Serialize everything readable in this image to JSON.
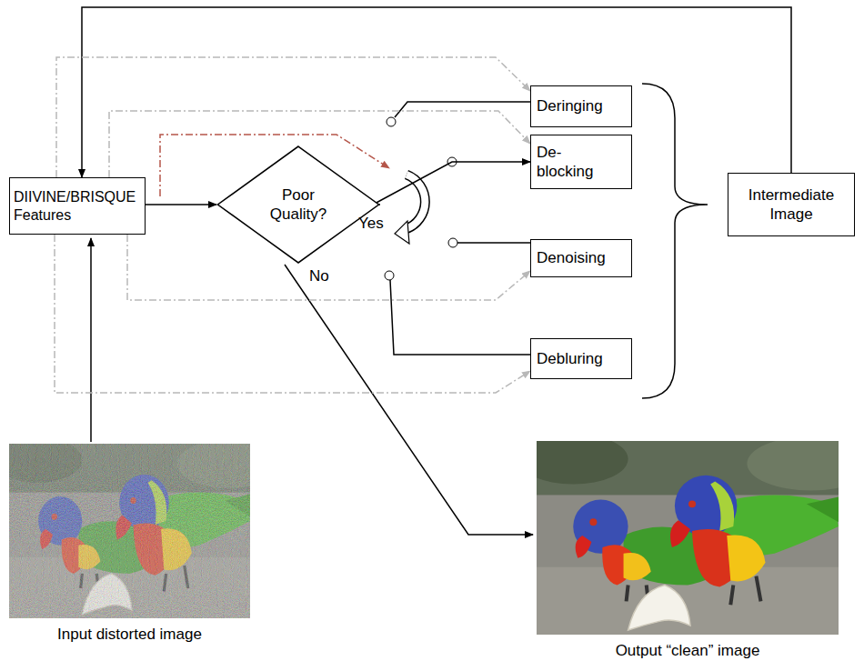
{
  "diagram": {
    "nodes": [
      {
        "text": [
          "DIIVINE/BRISQUE Features"
        ]
      },
      {
        "text": [
          "Poor Quality?"
        ]
      },
      {
        "text": [
          "Deringing"
        ]
      },
      {
        "text": [
          "De- blocking"
        ]
      },
      {
        "text": [
          "Denoising"
        ]
      },
      {
        "text": [
          "Debluring"
        ]
      },
      {
        "text": [
          "Intermediate Image"
        ]
      }
    ],
    "edges": [
      {
        "from": 6,
        "to": 0,
        "arrow": "to"
      },
      {
        "from": 0,
        "to": 1,
        "arrow": "to"
      },
      {
        "from": 0,
        "to": 2,
        "arrow": "to"
      },
      {
        "from": 0,
        "to": 3,
        "arrow": "to"
      },
      {
        "from": 0,
        "to": 4,
        "arrow": "to"
      },
      {
        "from": 0,
        "to": 5,
        "arrow": "to"
      },
      {
        "from": 1,
        "to": 3,
        "arrow": "to"
      }
    ],
    "labels": [
      "Yes",
      "No",
      "Input distorted image",
      "Output “clean” image"
    ]
  }
}
